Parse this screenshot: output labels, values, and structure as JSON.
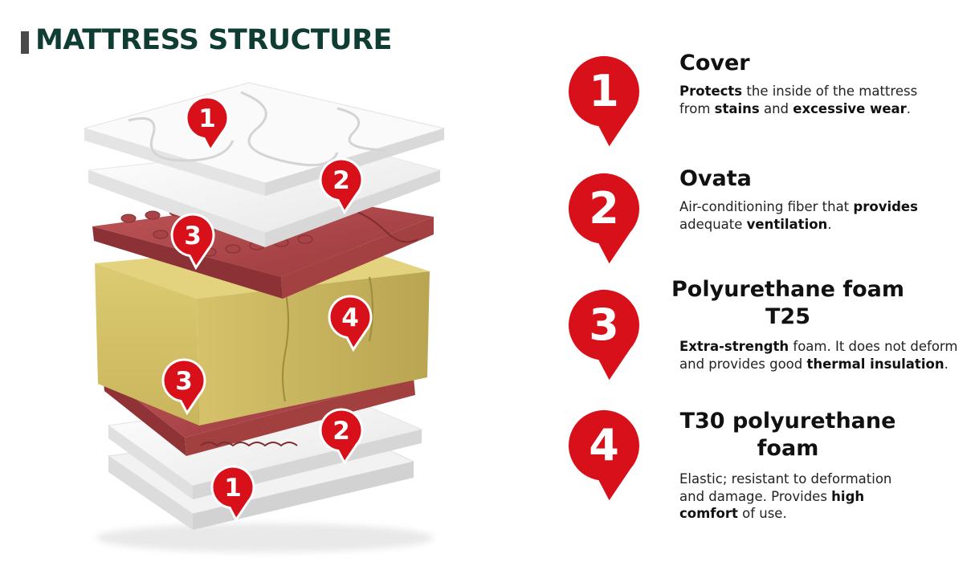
{
  "title": "MATTRESS STRUCTURE",
  "colors": {
    "pin": "#d8101a",
    "title": "#0f3d34",
    "foam_red": "#b5474b",
    "foam_yellow": "#d9c66b"
  },
  "layer_pins": [
    "1",
    "2",
    "3",
    "4",
    "3",
    "2",
    "1"
  ],
  "items": [
    {
      "number": "1",
      "title": "Cover",
      "desc": [
        [
          {
            "t": "Protects",
            "b": true
          },
          {
            "t": " the inside of the mattress",
            "b": false
          }
        ],
        [
          {
            "t": "from ",
            "b": false
          },
          {
            "t": "stains",
            "b": true
          },
          {
            "t": " and ",
            "b": false
          },
          {
            "t": "excessive wear",
            "b": true
          },
          {
            "t": ".",
            "b": false
          }
        ]
      ]
    },
    {
      "number": "2",
      "title": "Ovata",
      "desc": [
        [
          {
            "t": "Air-conditioning fiber that ",
            "b": false
          },
          {
            "t": "provides",
            "b": true
          }
        ],
        [
          {
            "t": "adequate ",
            "b": false
          },
          {
            "t": "ventilation",
            "b": true
          },
          {
            "t": ".",
            "b": false
          }
        ]
      ]
    },
    {
      "number": "3",
      "title": "Polyurethane foam T25",
      "desc": [
        [
          {
            "t": "Extra-strength",
            "b": true
          },
          {
            "t": " foam. It does not deform",
            "b": false
          }
        ],
        [
          {
            "t": "and provides good ",
            "b": false
          },
          {
            "t": "thermal insulation",
            "b": true
          },
          {
            "t": ".",
            "b": false
          }
        ]
      ]
    },
    {
      "number": "4",
      "title": "T30 polyurethane foam",
      "desc": [
        [
          {
            "t": "Elastic; resistant to deformation",
            "b": false
          }
        ],
        [
          {
            "t": "and damage. Provides ",
            "b": false
          },
          {
            "t": "high",
            "b": true
          }
        ],
        [
          {
            "t": "comfort",
            "b": true
          },
          {
            "t": " of use.",
            "b": false
          }
        ]
      ]
    }
  ]
}
